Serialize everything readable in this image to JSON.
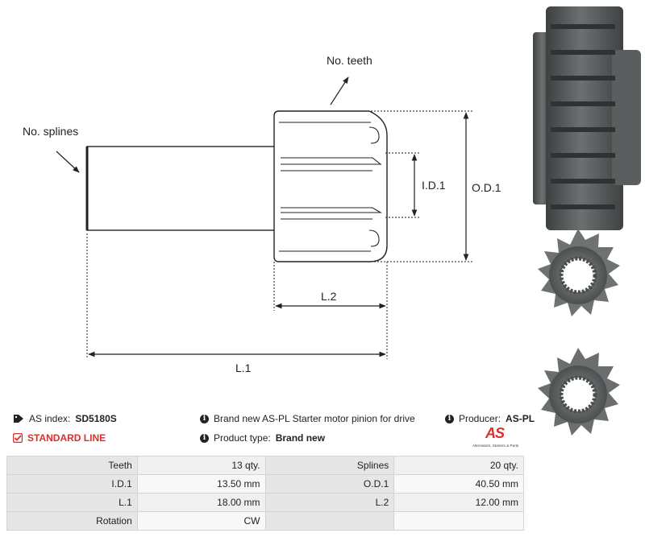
{
  "diagram": {
    "labels": {
      "no_teeth": "No. teeth",
      "no_splines": "No. splines",
      "id1": "I.D.1",
      "od1": "O.D.1",
      "l2": "L.2",
      "l1": "L.1"
    }
  },
  "info": {
    "as_index_label": "AS index:",
    "as_index_value": "SD5180S",
    "standard_line": "STANDARD LINE",
    "description": "Brand new AS-PL Starter motor pinion for drive",
    "product_type_label": "Product type:",
    "product_type_value": "Brand new",
    "producer_label": "Producer:",
    "producer_value": "AS-PL"
  },
  "logo": {
    "mark": "AS",
    "tagline": "Alternators, Starters & Parts"
  },
  "specs": [
    [
      "Teeth",
      "13 qty.",
      "Splines",
      "20 qty."
    ],
    [
      "I.D.1",
      "13.50 mm",
      "O.D.1",
      "40.50 mm"
    ],
    [
      "L.1",
      "18.00 mm",
      "L.2",
      "12.00 mm"
    ],
    [
      "Rotation",
      "CW",
      "",
      ""
    ]
  ],
  "colors": {
    "accent": "#d9302c",
    "metal": "#5a5d5e"
  }
}
